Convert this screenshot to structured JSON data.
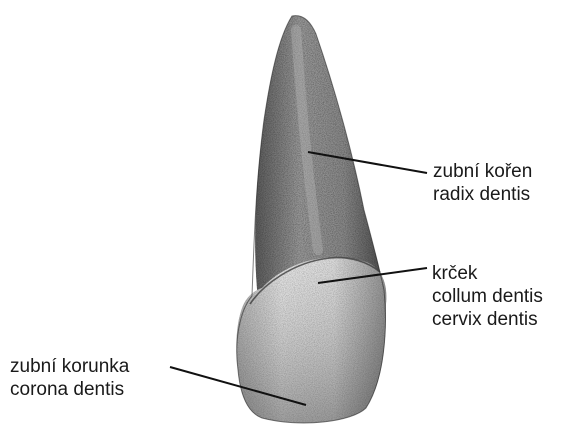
{
  "labels": {
    "root": {
      "line1": "zubní kořen",
      "line2": "radix dentis"
    },
    "neck": {
      "line1": "krček",
      "line2": "collum dentis",
      "line3": "cervix dentis"
    },
    "crown": {
      "line1": "zubní korunka",
      "line2": "corona dentis"
    }
  },
  "colors": {
    "ink": "#1a1a1a",
    "root_fill": "#8f8f8f",
    "crown_fill": "#cfcfcf",
    "background": "#ffffff"
  }
}
